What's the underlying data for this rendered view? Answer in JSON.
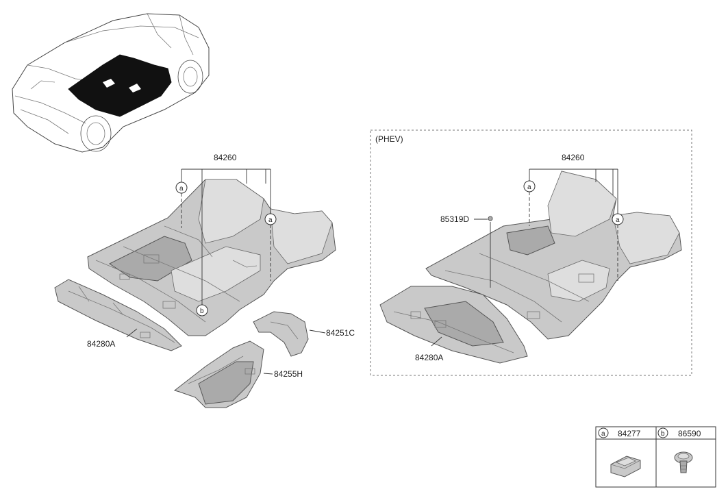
{
  "labels": {
    "main_84260": "84260",
    "main_84280A": "84280A",
    "main_84251C": "84251C",
    "main_84255H": "84255H",
    "phev_title": "(PHEV)",
    "phev_84260": "84260",
    "phev_85319D": "85319D",
    "phev_84280A": "84280A"
  },
  "callouts": {
    "a": "a",
    "b": "b"
  },
  "legend": {
    "a_letter": "a",
    "a_part": "84277",
    "b_letter": "b",
    "b_part": "86590"
  }
}
